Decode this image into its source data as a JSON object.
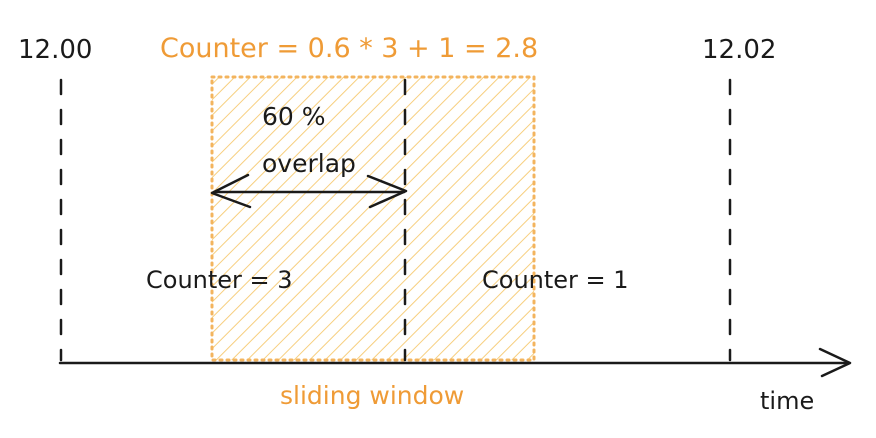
{
  "diagram": {
    "time_label_left": "12.00",
    "time_label_right": "12.02",
    "formula": "Counter = 0.6 * 3 + 1 = 2.8",
    "overlap_percent": "60 %",
    "overlap_word": "overlap",
    "counter_previous": "Counter = 3",
    "counter_current": "Counter = 1",
    "window_caption": "sliding window",
    "axis_label": "time",
    "overlap_fraction": 0.6
  },
  "colors": {
    "ink": "#1a1a1a",
    "accent": "#ef9b36",
    "hatch": "#f7cf7f",
    "window_border": "#f3b45e"
  }
}
